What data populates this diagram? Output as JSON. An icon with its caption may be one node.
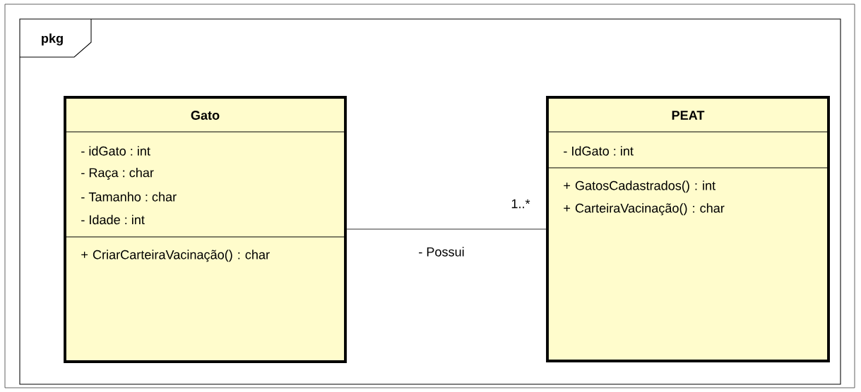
{
  "diagram": {
    "nodes": [
      {
        "text": [
          "pkg"
        ]
      },
      {
        "text": [
          "Gato",
          "- idGato : int",
          "- Raça : char",
          "- Tamanho : char",
          "- Idade : int",
          "+ CriarCarteiraVacinação() : char"
        ],
        "in": 0
      },
      {
        "text": [
          "PEAT",
          "- IdGato : int",
          "+ GatosCadastrados() : int",
          "+ CarteiraVacinação() : char"
        ],
        "in": 0
      }
    ],
    "edges": [
      {
        "from": 1,
        "to": 2,
        "arrow": "none",
        "label": "- Possui"
      }
    ],
    "labels": [
      "1..*"
    ]
  }
}
